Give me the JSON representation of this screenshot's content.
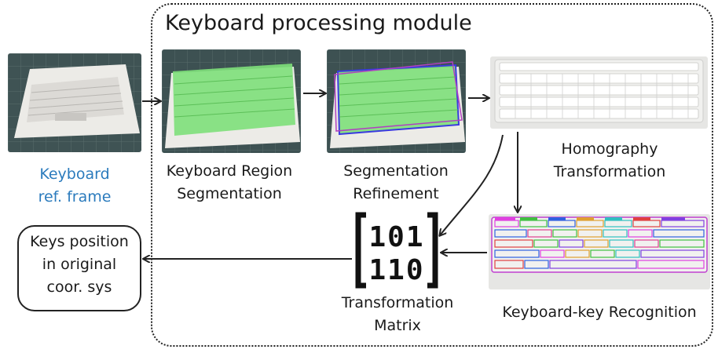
{
  "module": {
    "title": "Keyboard processing module"
  },
  "captions": {
    "ref_frame_line1": "Keyboard",
    "ref_frame_line2": "ref. frame",
    "segmentation_line1": "Keyboard Region",
    "segmentation_line2": "Segmentation",
    "refinement_line1": "Segmentation",
    "refinement_line2": "Refinement",
    "homography_line1": "Homography",
    "homography_line2": "Transformation",
    "recognition": "Keyboard-key Recognition",
    "matrix_line1": "Transformation",
    "matrix_line2": "Matrix"
  },
  "output_box": {
    "line1": "Keys position",
    "line2": "in original",
    "line3": "coor. sys"
  },
  "matrix_icon": {
    "row1": "101",
    "row2": "110"
  },
  "colors": {
    "accent_blue": "#2b7bbd",
    "segmentation_green": "#7ee07a",
    "refinement_blue": "#3a3adf",
    "refinement_purple": "#b040c0"
  }
}
